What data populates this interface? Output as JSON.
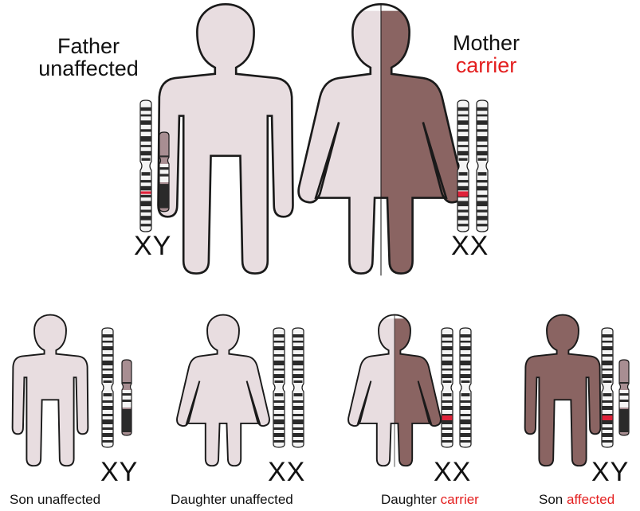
{
  "colors": {
    "unaffected_fill": "#e8dde0",
    "affected_fill": "#8a6462",
    "outline": "#1a1a1a",
    "highlight_text": "#e41f1f",
    "mutant_band": "#e0223a",
    "y_chromosome_fill": "#a88e92"
  },
  "parents": {
    "father": {
      "line1": "Father",
      "line2": "unaffected",
      "genotype": "XY"
    },
    "mother": {
      "line1": "Mother",
      "line2": "carrier",
      "genotype": "XX"
    }
  },
  "children": [
    {
      "label": "Son",
      "status": "unaffected",
      "genotype": "XY"
    },
    {
      "label": "Daughter",
      "status": "unaffected",
      "genotype": "XX"
    },
    {
      "label": "Daughter",
      "status": "carrier",
      "genotype": "XX"
    },
    {
      "label": "Son",
      "status": "affected",
      "genotype": "XY"
    }
  ]
}
